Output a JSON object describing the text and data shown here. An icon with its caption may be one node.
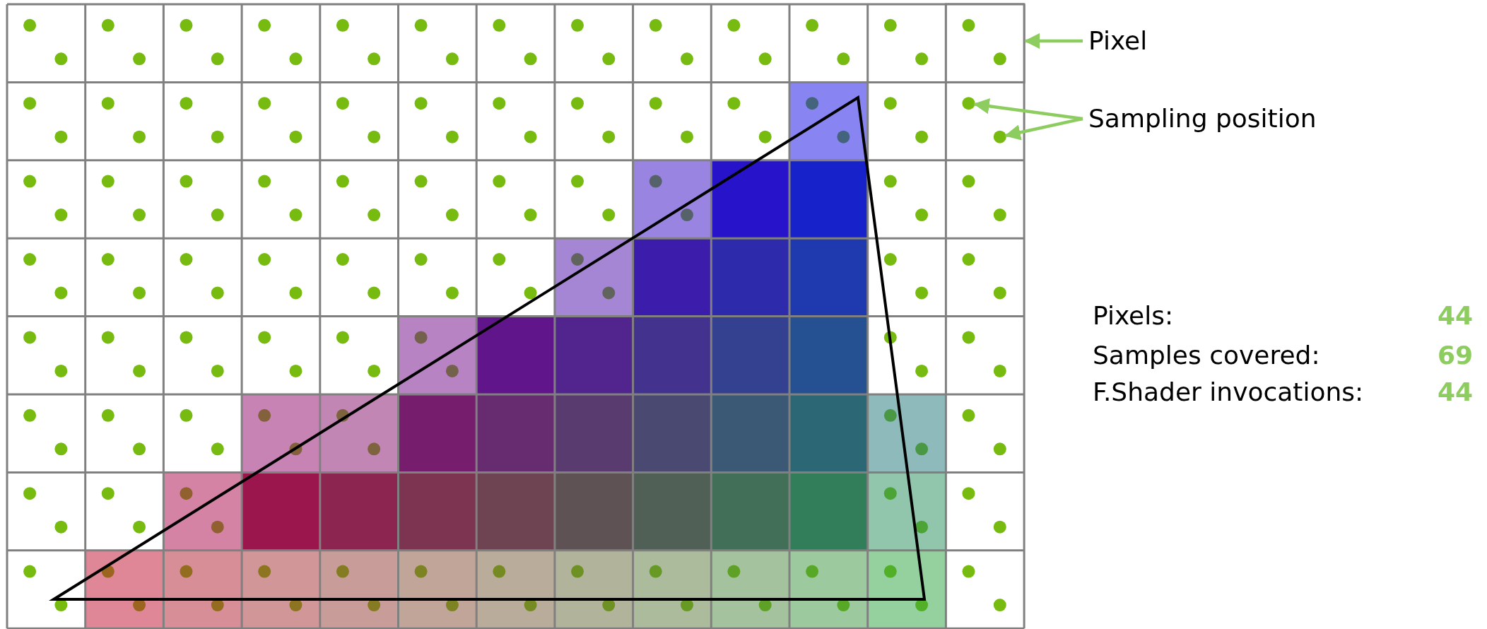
{
  "diagram": {
    "nodes": [
      {
        "text": [
          "Pixel"
        ]
      },
      {
        "text": [],
        "shape": "box"
      },
      {
        "text": [
          "Sampling position"
        ]
      },
      {
        "text": [],
        "shape": "circle"
      },
      {
        "text": [],
        "shape": "circle"
      }
    ],
    "edges": [
      {
        "from": 0,
        "to": 1,
        "arrow": "to"
      },
      {
        "from": 2,
        "to": 3,
        "arrow": "to"
      },
      {
        "from": 2,
        "to": 4,
        "arrow": "to"
      }
    ],
    "labels": [
      "Pixels:",
      "44",
      "Samples covered:",
      "69",
      "F.Shader invocations:",
      "44"
    ]
  }
}
